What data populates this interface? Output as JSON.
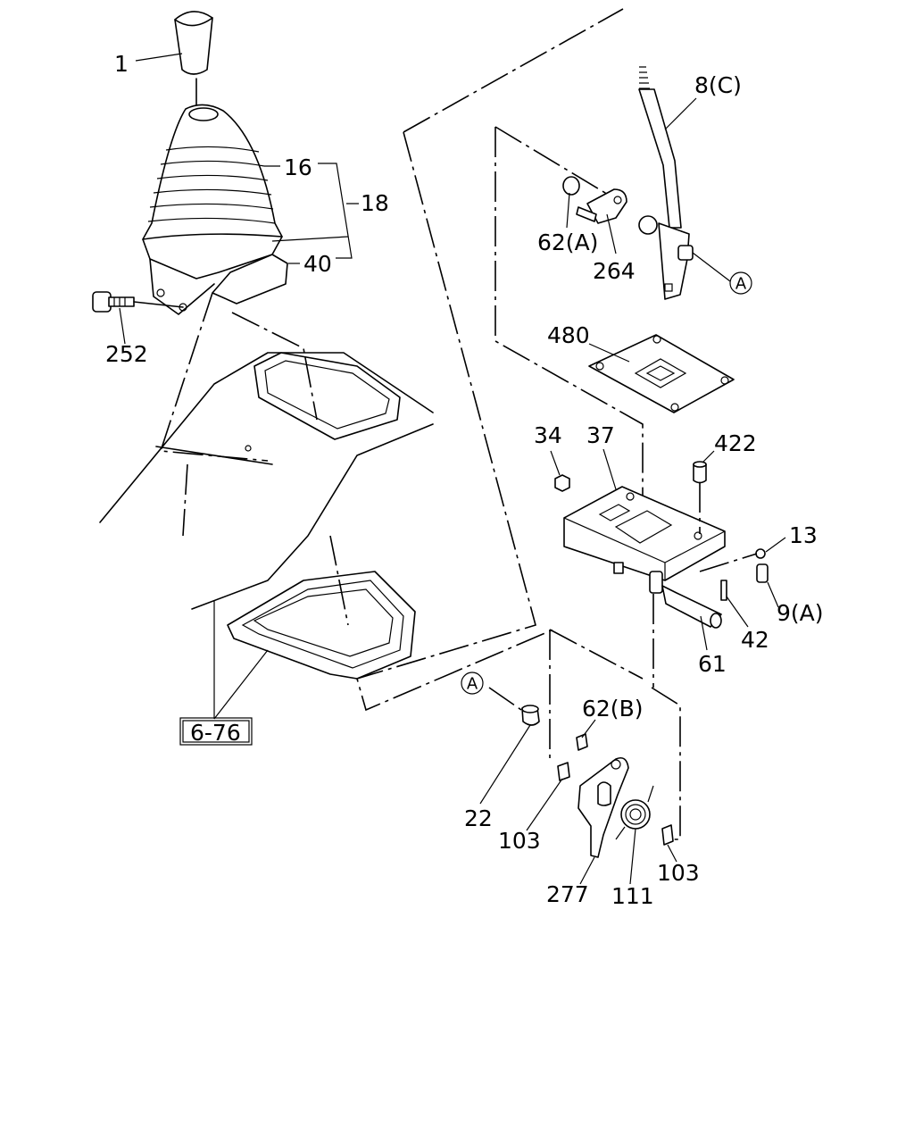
{
  "parts": [
    {
      "key": "p1",
      "label": "1"
    },
    {
      "key": "p16",
      "label": "16"
    },
    {
      "key": "p18",
      "label": "18"
    },
    {
      "key": "p40",
      "label": "40"
    },
    {
      "key": "p252",
      "label": "252"
    },
    {
      "key": "p8c",
      "label": "8(C)"
    },
    {
      "key": "p62a",
      "label": "62(A)"
    },
    {
      "key": "p264",
      "label": "264"
    },
    {
      "key": "p480",
      "label": "480"
    },
    {
      "key": "p34",
      "label": "34"
    },
    {
      "key": "p37",
      "label": "37"
    },
    {
      "key": "p422",
      "label": "422"
    },
    {
      "key": "p13",
      "label": "13"
    },
    {
      "key": "p9a",
      "label": "9(A)"
    },
    {
      "key": "p42",
      "label": "42"
    },
    {
      "key": "p61",
      "label": "61"
    },
    {
      "key": "p62b",
      "label": "62(B)"
    },
    {
      "key": "p22",
      "label": "22"
    },
    {
      "key": "p103a",
      "label": "103"
    },
    {
      "key": "p277",
      "label": "277"
    },
    {
      "key": "p111",
      "label": "111"
    },
    {
      "key": "p103b",
      "label": "103"
    }
  ],
  "reference_box": "6-76",
  "connector_refs": [
    "A",
    "A"
  ]
}
